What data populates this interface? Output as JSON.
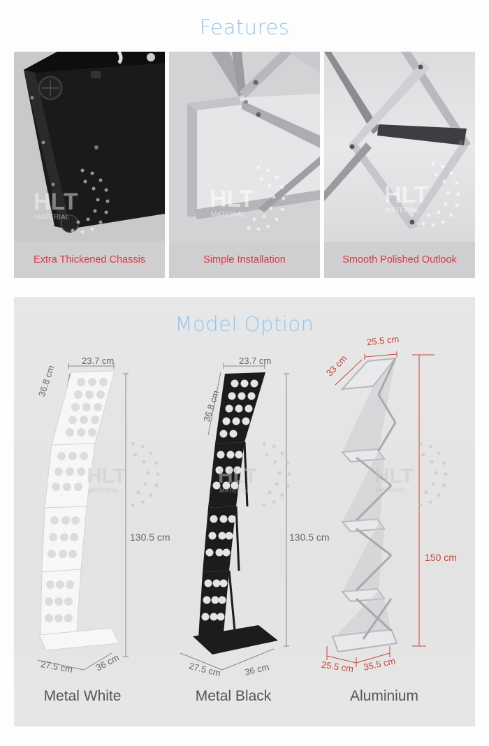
{
  "features": {
    "title": "Features",
    "cards": [
      {
        "label": "Extra Thickened Chassis",
        "image": "black-chassis-closeup"
      },
      {
        "label": "Simple Installation",
        "image": "aluminium-frame-hinge-closeup"
      },
      {
        "label": "Smooth Polished Outlook",
        "image": "aluminium-scissor-frame-closeup"
      }
    ]
  },
  "watermark": {
    "main": "HLT",
    "sub": "MATERIAL"
  },
  "models": {
    "title": "Model Option",
    "items": [
      {
        "name": "Metal White",
        "finish": "white",
        "dims": {
          "top_width": "23.7 cm",
          "shelf_depth": "36.8 cm",
          "height": "130.5 cm",
          "base_width": "27.5 cm",
          "base_depth": "36 cm"
        }
      },
      {
        "name": "Metal Black",
        "finish": "black",
        "dims": {
          "top_width": "23.7 cm",
          "shelf_depth": "36.8 cm",
          "height": "130.5 cm",
          "base_width": "27.5 cm",
          "base_depth": "36 cm"
        }
      },
      {
        "name": "Aluminium",
        "finish": "aluminium",
        "dims": {
          "top_width": "25.5 cm",
          "shelf_depth": "33 cm",
          "height": "150 cm",
          "base_width": "25.5 cm",
          "base_depth": "35.5 cm"
        }
      }
    ]
  },
  "colors": {
    "title_blue": "#8fc6f3",
    "feature_label_red": "#e0353f",
    "dimension_gray": "#666666",
    "dimension_red": "#c9443c",
    "panel_gray": "#e6e6e6",
    "card_gray": "#cfcfd1"
  }
}
